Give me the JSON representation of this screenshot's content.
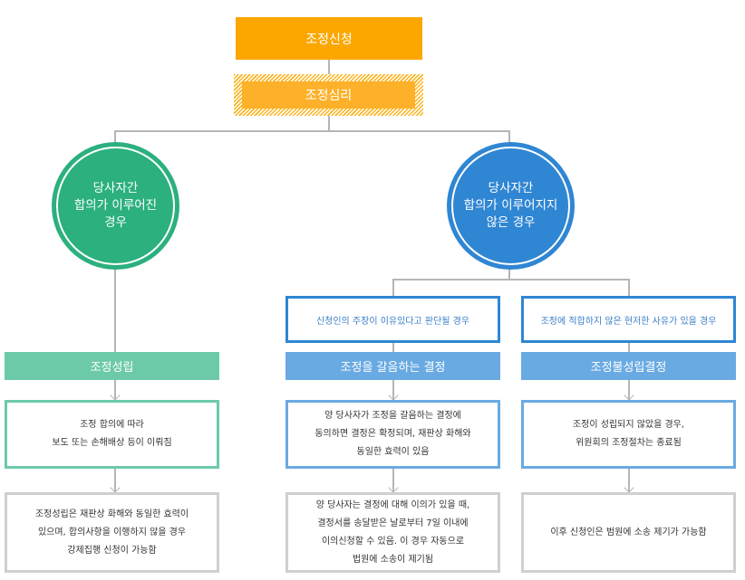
{
  "top": {
    "apply_label": "조정신청",
    "review_label": "조정심리"
  },
  "branches": {
    "agree": {
      "circle_lines": [
        "당사자간",
        "합의가 이루어진",
        "경우"
      ],
      "bar_label": "조정성립",
      "box1_lines": [
        "조정 합의에 따라",
        "보도 또는 손해배상 등이 이뤄짐"
      ],
      "box2_lines": [
        "조정성립은 재판상 화해와 동일한 효력이",
        "있으며, 합의사항을 이행하지 않을 경우",
        "강제집행 신청이 가능함"
      ]
    },
    "disagree": {
      "circle_lines": [
        "당사자간",
        "합의가 이루어지지",
        "않은 경우"
      ],
      "sub": [
        {
          "condition": "신청인의 주장이 이유있다고 판단될 경우",
          "bar_label": "조정을 갈음하는 결정",
          "box1_lines": [
            "양 당사자가 조정을 갈음하는 결정에",
            "동의하면 결정은 확정되며, 재판상 화해와",
            "동일한 효력이 있음"
          ],
          "box2_lines": [
            "양 당사자는 결정에 대해 이의가 있을 때,",
            "결정서를 송달받은 날로부터 7일 이내에",
            "이의신청할 수 있음. 이 경우 자동으로",
            "법원에 소송이 제기됨"
          ]
        },
        {
          "condition": "조정에 적합하지 않은 현저한 사유가 있을 경우",
          "bar_label": "조정불성립결정",
          "box1_lines": [
            "조정이 성립되지 않았을 경우,",
            "위원회의 조정절차는 종료됨"
          ],
          "box2_lines": [
            "이후 신청인은 범원에 소송 제기가 가능함"
          ]
        }
      ]
    }
  },
  "colors": {
    "orange": "#fba700",
    "orange_light": "#fdb12a",
    "green": "#2bb07e",
    "green_light": "#6dcaa8",
    "blue": "#2f86d3",
    "blue_light": "#6aaae2",
    "gray_border": "#cfcfcf",
    "connector": "#b5b5b5"
  }
}
